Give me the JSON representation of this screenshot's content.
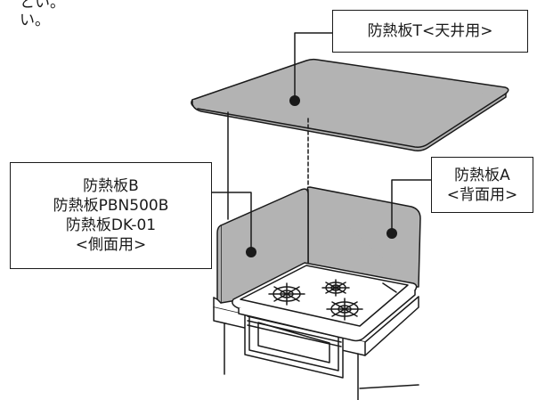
{
  "top_text": {
    "line1": "とい。",
    "line2": "い。"
  },
  "labels": {
    "ceiling": "防熱板T<天井用>",
    "back": {
      "line1": "防熱板A",
      "line2": "<背面用>"
    },
    "side": {
      "line1": "防熱板B",
      "line2": "防熱板PBN500B",
      "line3": "防熱板DK-01",
      "line4": "<側面用>"
    }
  },
  "colors": {
    "panel_fill": "#b3b3b3",
    "outline": "#1a1a1a",
    "background": "#ffffff"
  }
}
